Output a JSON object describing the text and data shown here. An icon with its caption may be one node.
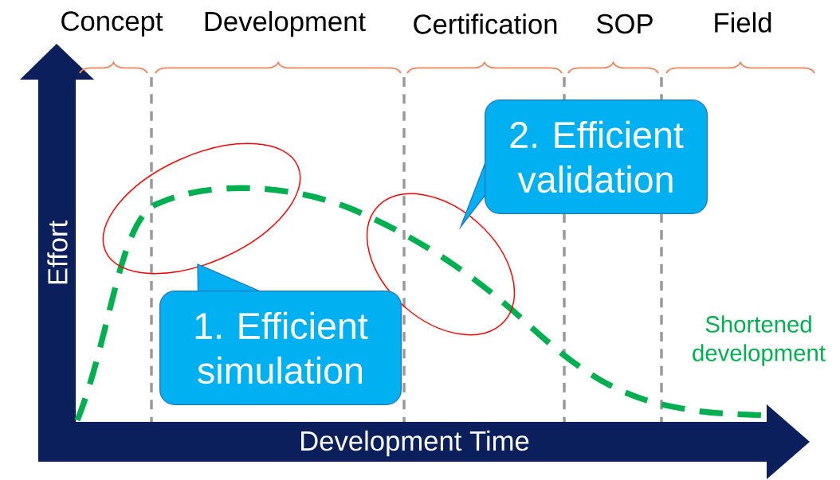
{
  "diagram": {
    "nodes": [
      {
        "text": [
          "1. Efficient simulation"
        ]
      },
      {
        "text": [
          "2. Efficient validation"
        ]
      }
    ],
    "labels": [
      "Concept",
      "Development",
      "Certification",
      "SOP",
      "Field",
      "Effort",
      "Development Time",
      "Shortened development"
    ]
  }
}
